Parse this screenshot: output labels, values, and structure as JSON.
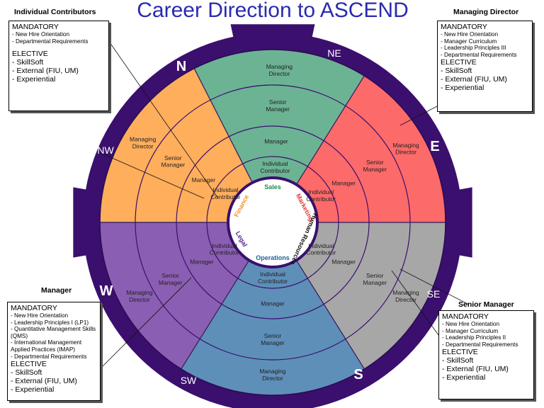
{
  "title": "Career Direction to ASCEND",
  "colors": {
    "title": "#2a2ab0",
    "ring": "#3b0f6e",
    "individual_contributor": "#ffae5c",
    "managing_director": "#fd6a6a",
    "senior_manager": "#a7a7a7",
    "operations": "#5e8fb9",
    "manager": "#8a5eb2",
    "executive": "#6cb394"
  },
  "compass": {
    "N": "N",
    "NE": "NE",
    "E": "E",
    "SE": "SE",
    "S": "S",
    "SW": "SW",
    "W": "W",
    "NW": "NW"
  },
  "levels": {
    "individual_contributor": "Individual Contributor",
    "manager": "Manager",
    "senior_manager": "Senior Manager",
    "managing_director": "Managing Director"
  },
  "departments": {
    "sales": "Sales",
    "marketing": "Marketing",
    "human_resources": "Human Resources",
    "operations": "Operations",
    "legal": "Legal",
    "finance": "Finance"
  },
  "callouts": {
    "individual_contributors": {
      "header": "Individual Contributors",
      "mandatory_label": "MANDATORY",
      "mandatory": [
        "New Hire Orientation",
        "Departmental Requirements"
      ],
      "elective_label": "ELECTIVE",
      "elective": [
        "SkillSoft",
        "External (FIU, UM)",
        "Experiential"
      ]
    },
    "managing_director": {
      "header": "Managing Director",
      "mandatory_label": "MANDATORY",
      "mandatory": [
        "New Hire Orientation",
        "Manager Curriculum",
        "Leadership Principles III",
        "Departmental Requirements"
      ],
      "elective_label": "ELECTIVE",
      "elective": [
        "SkillSoft",
        "External (FIU, UM)",
        "Experiential"
      ]
    },
    "manager": {
      "header": "Manager",
      "mandatory_label": "MANDATORY",
      "mandatory": [
        "New Hire Orientation",
        "Leadership Principles I (LP1)",
        "Quantitative Management Skills (QMS)",
        "International Management Applied Practices (IMAP)",
        "Departmental Requirements"
      ],
      "elective_label": "ELECTIVE",
      "elective": [
        "SkillSoft",
        "External (FIU, UM)",
        "Experiential"
      ]
    },
    "senior_manager": {
      "header": "Senior Manager",
      "mandatory_label": "MANDATORY",
      "mandatory": [
        "New Hire Orientation",
        "Manager Curriculum",
        "Leadership Principles II",
        "Departmental Requirements"
      ],
      "elective_label": "ELECTIVE",
      "elective": [
        "SkillSoft",
        "External (FIU, UM)",
        "Experiential"
      ]
    }
  }
}
